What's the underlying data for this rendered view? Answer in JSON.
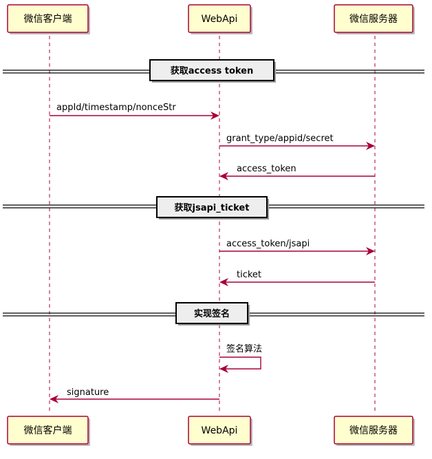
{
  "participants": [
    {
      "id": "client",
      "label": "微信客户端"
    },
    {
      "id": "webapi",
      "label": "WebApi"
    },
    {
      "id": "server",
      "label": "微信服务器"
    }
  ],
  "dividers": [
    {
      "label": "获取access token"
    },
    {
      "label": "获取jsapi_ticket"
    },
    {
      "label": "实现签名"
    }
  ],
  "messages": [
    {
      "from": "client",
      "to": "webapi",
      "label": "appId/timestamp/nonceStr"
    },
    {
      "from": "webapi",
      "to": "server",
      "label": "grant_type/appid/secret"
    },
    {
      "from": "server",
      "to": "webapi",
      "label": "access_token"
    },
    {
      "from": "webapi",
      "to": "server",
      "label": "access_token/jsapi"
    },
    {
      "from": "server",
      "to": "webapi",
      "label": "ticket"
    },
    {
      "from": "webapi",
      "to": "webapi",
      "label": "签名算法"
    },
    {
      "from": "webapi",
      "to": "client",
      "label": "signature"
    }
  ],
  "colors": {
    "participant_fill": "#FEFECE",
    "border": "#A80036",
    "divider_fill": "#EEEEEE"
  }
}
